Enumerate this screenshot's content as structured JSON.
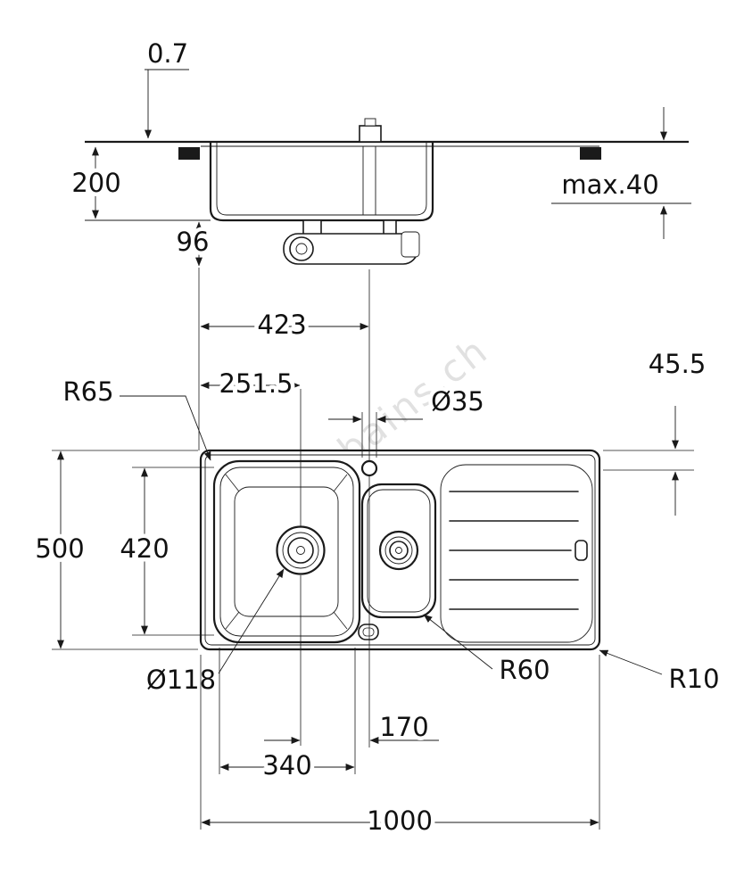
{
  "drawing": {
    "type": "kitchen-sink-technical-drawing",
    "watermark": "salledebains.ch",
    "line_color": "#1a1a1a",
    "background": "#ffffff"
  },
  "dims": {
    "thickness": "0.7",
    "depth_bowl": "200",
    "trap_height": "96",
    "max_counter": "max.40",
    "faucet_from_left": "423",
    "drain_from_left": "251.5",
    "faucet_hole_dia": "Ø35",
    "faucet_from_top": "45.5",
    "radius_bowl": "R65",
    "overall_width": "500",
    "bowl_height": "420",
    "drain_dia": "Ø118",
    "radius_small_bowl": "R60",
    "radius_outer": "R10",
    "faucet_to_drain": "170",
    "bowl_width": "340",
    "overall_length": "1000"
  }
}
